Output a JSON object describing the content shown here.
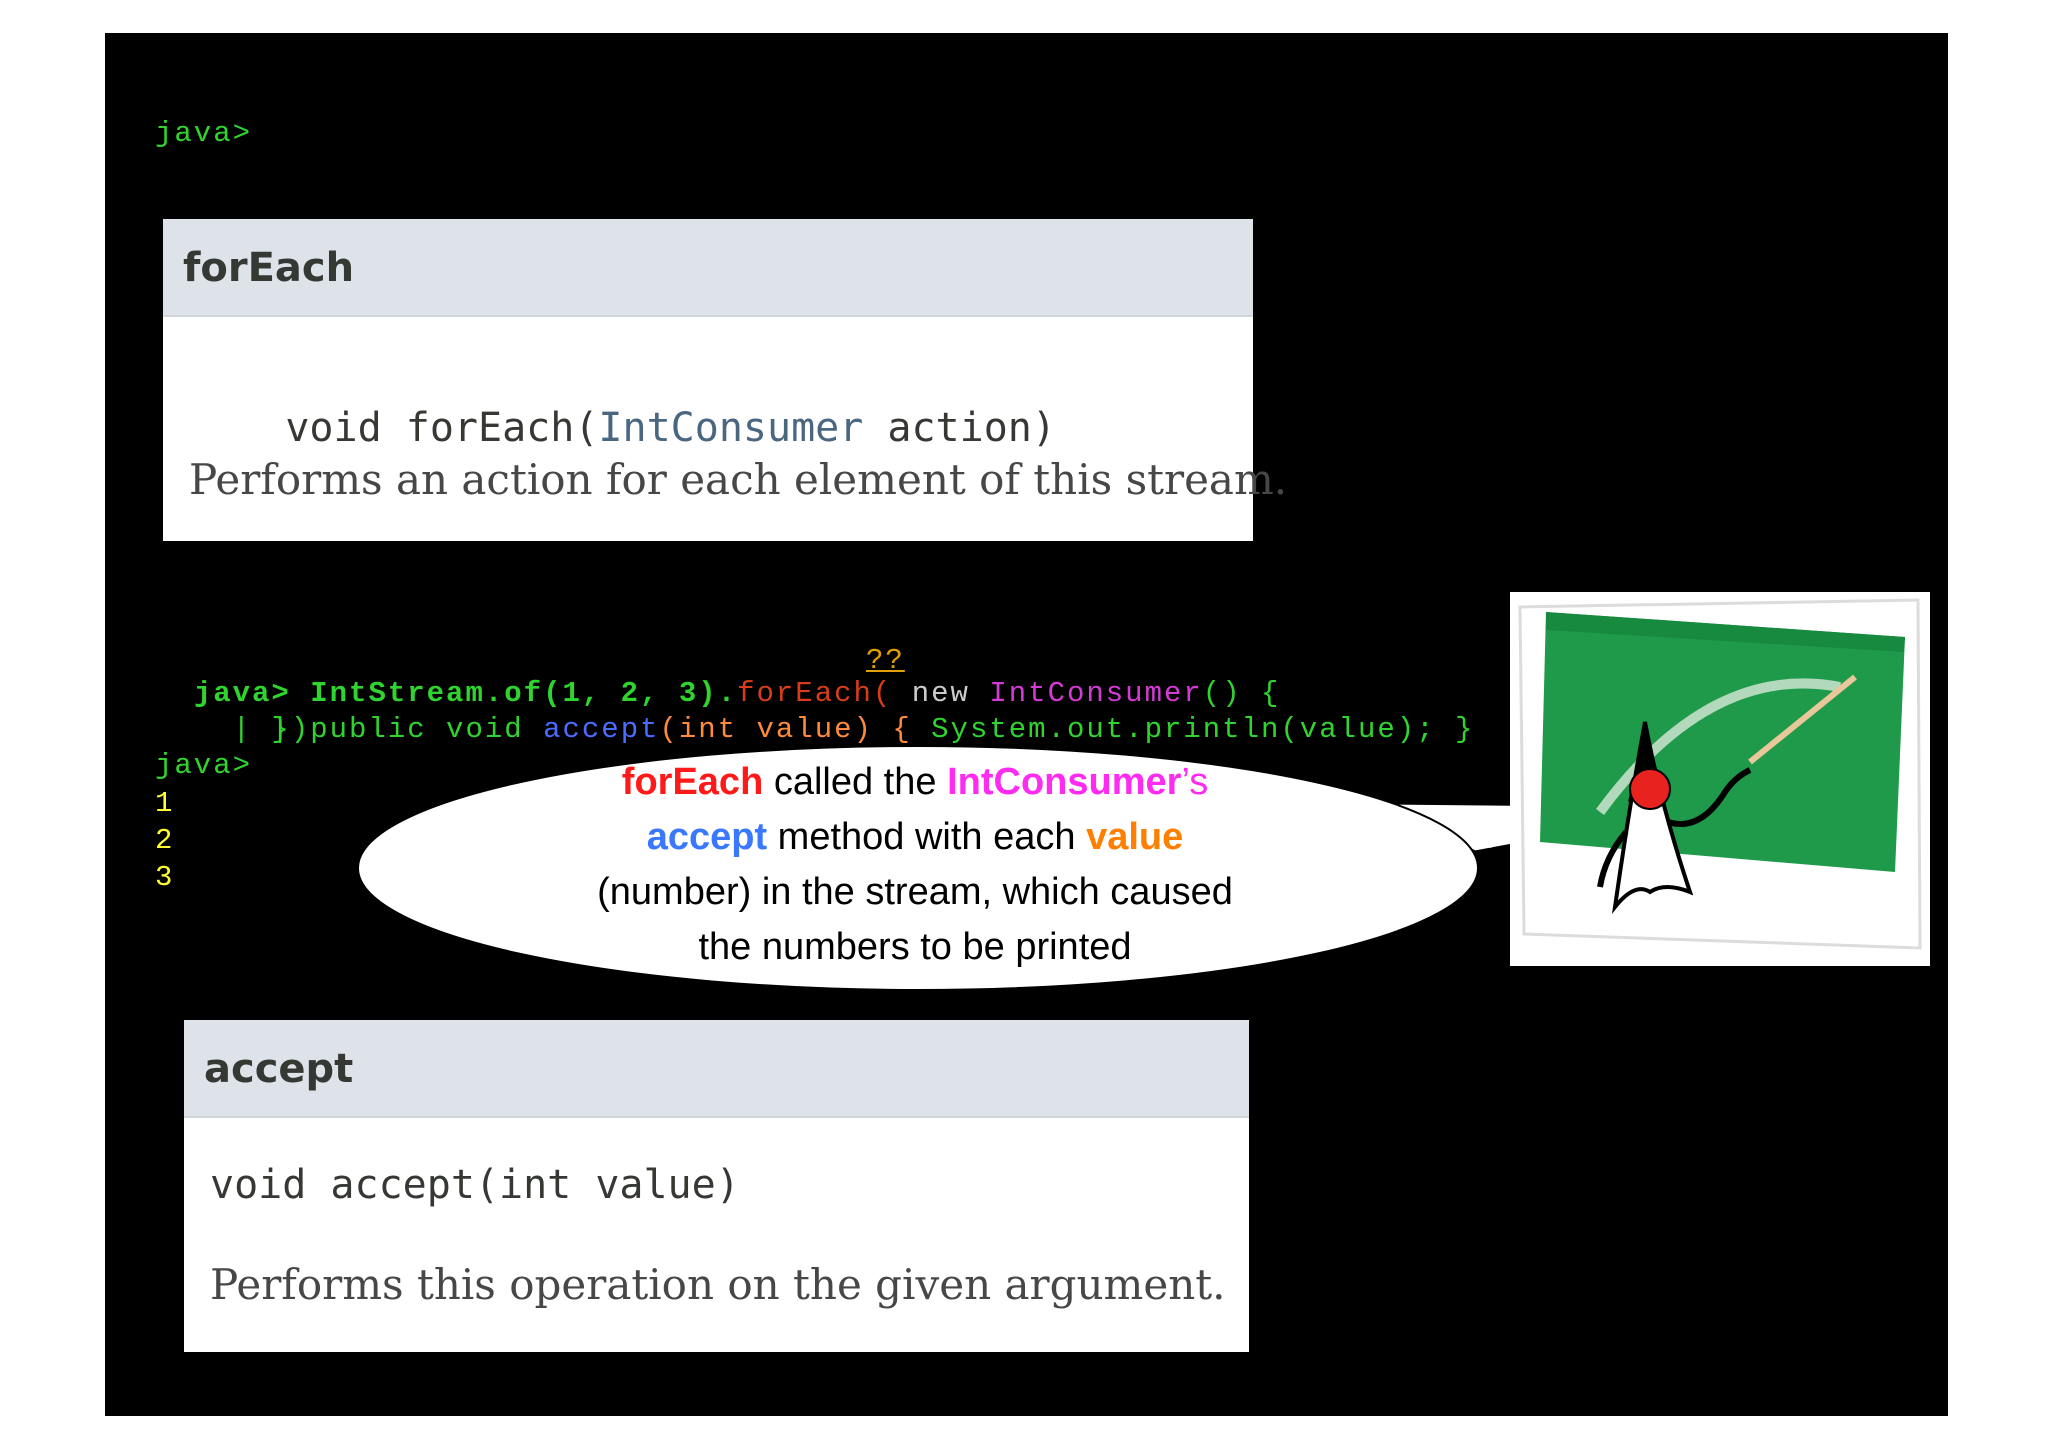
{
  "colors": {
    "terminal_green": "#2fd42f",
    "number_yellow": "#ffff33",
    "keyword_red": "#ff1a1a",
    "keyword_magenta": "#ff2bf0",
    "keyword_blue": "#3a78ff",
    "keyword_orange": "#ff7f00",
    "doc_header_bg": "#dee3e9",
    "chalkboard_green": "#1e9a4a"
  },
  "terminal": {
    "prompt_top": "java>",
    "code_line_1": {
      "prompt": "java>",
      "call": " IntStream.of(1, 2, 3).",
      "foreach": "forEach(",
      "new_kw": " new",
      "consumer": " IntConsumer",
      "rest": "() {",
      "overlay": "??"
    },
    "code_line_2": {
      "pipe": "    | ",
      "decl": "public void ",
      "method": "accept",
      "params": "(int value) { ",
      "body": "System.out.println(value); }"
    },
    "code_line_3": "    | })",
    "prompt_after": "java>",
    "outputs": [
      "1",
      "2",
      "3"
    ]
  },
  "doc_foreach": {
    "title": "forEach",
    "signature_pre": "void forEach(",
    "signature_type": "IntConsumer",
    "signature_post": " action)",
    "description": "Performs an action for each element of this stream."
  },
  "doc_accept": {
    "title": "accept",
    "signature": "void accept(int value)",
    "description": "Performs this operation on the given argument."
  },
  "bubble": {
    "w1": "forEach",
    "w2": " called the ",
    "w3": "IntConsumer",
    "w4": "’s",
    "w5": "accept",
    "w6": " method with each ",
    "w7": "value",
    "line3": "(number) in the stream,  which caused",
    "line4": "the numbers to be printed"
  },
  "mascot": {
    "icon": "duke-teacher-icon"
  }
}
